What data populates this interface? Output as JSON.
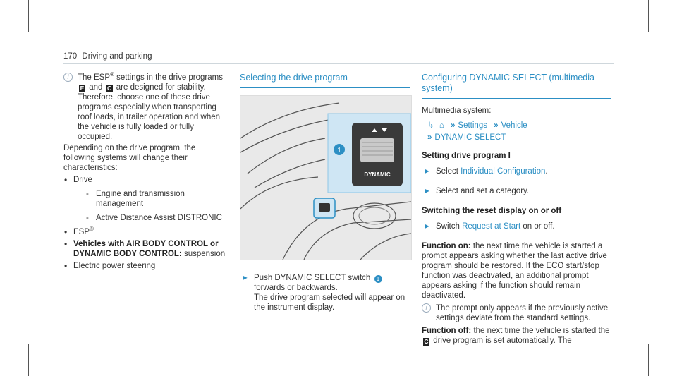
{
  "header": {
    "page_number": "170",
    "title": "Driving and parking"
  },
  "col1": {
    "note_parts": [
      "The ESP",
      " settings in the drive programs ",
      " and ",
      " are designed for stability. Therefore, choose one of these drive programs especially when transporting roof loads, in trailer operation and when the vehicle is fully loaded or fully occupied."
    ],
    "note_sup": "®",
    "badge_e": "E",
    "badge_c": "C",
    "intro": "Depending on the drive program, the following systems will change their characteristics:",
    "items": {
      "drive": "Drive",
      "drive_sub": [
        "Engine and transmission management",
        "Active Distance Assist DISTRONIC"
      ],
      "esp": "ESP",
      "esp_sup": "®",
      "air_bold": "Vehicles with AIR BODY CONTROL or DYNAMIC BODY CONTROL:",
      "air_rest": " suspension",
      "steering": "Electric power steering"
    }
  },
  "col2": {
    "section_title": "Selecting the drive program",
    "figure": {
      "switch_label": "DYNAMIC",
      "callout": "1"
    },
    "instruction_before": "Push DYNAMIC SELECT switch ",
    "callout": "1",
    "instruction_after": " forwards or backwards.",
    "instruction_note": "The drive program selected will appear on the instrument display."
  },
  "col3": {
    "section_title": "Configuring DYNAMIC SELECT (multimedia system)",
    "multimedia_label": "Multimedia system:",
    "path": [
      "Settings",
      "Vehicle",
      "DYNAMIC SELECT"
    ],
    "subhead1": "Setting drive program I",
    "step1_before": "Select ",
    "step1_link": "Individual Configuration",
    "step1_after": ".",
    "step2": "Select and set a category.",
    "subhead2": "Switching the reset display on or off",
    "step3_before": "Switch ",
    "step3_link": "Request at Start",
    "step3_after": " on or off.",
    "function_on_label": "Function on:",
    "function_on_text": " the next time the vehicle is started a prompt appears asking whether the last active drive program should be restored. If the ECO start/stop function was deactivated, an additional prompt appears asking if the function should remain deactivated.",
    "note": "The prompt only appears if the previously active settings deviate from the standard settings.",
    "function_off_label": "Function off:",
    "function_off_before": " the next time the vehicle is started the ",
    "function_off_badge": "C",
    "function_off_after": " drive program is set automatically. The"
  }
}
